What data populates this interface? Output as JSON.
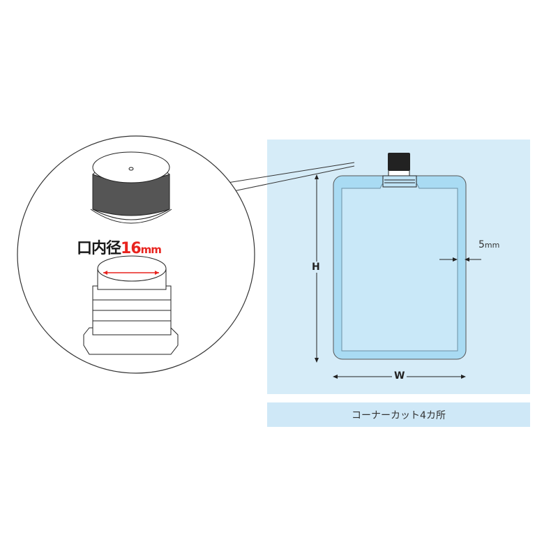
{
  "detail": {
    "label": "口内径",
    "value": "16",
    "unit": "mm"
  },
  "dimensions": {
    "height": "H",
    "width": "W",
    "margin_value": "5",
    "margin_unit": "mm"
  },
  "caption": "コーナーカット4カ所",
  "colors": {
    "panel": "#d6ecf8",
    "pouch_edge": "#a9dbf3",
    "pouch_inner": "#c9e8f8",
    "accent": "#e8231e"
  }
}
